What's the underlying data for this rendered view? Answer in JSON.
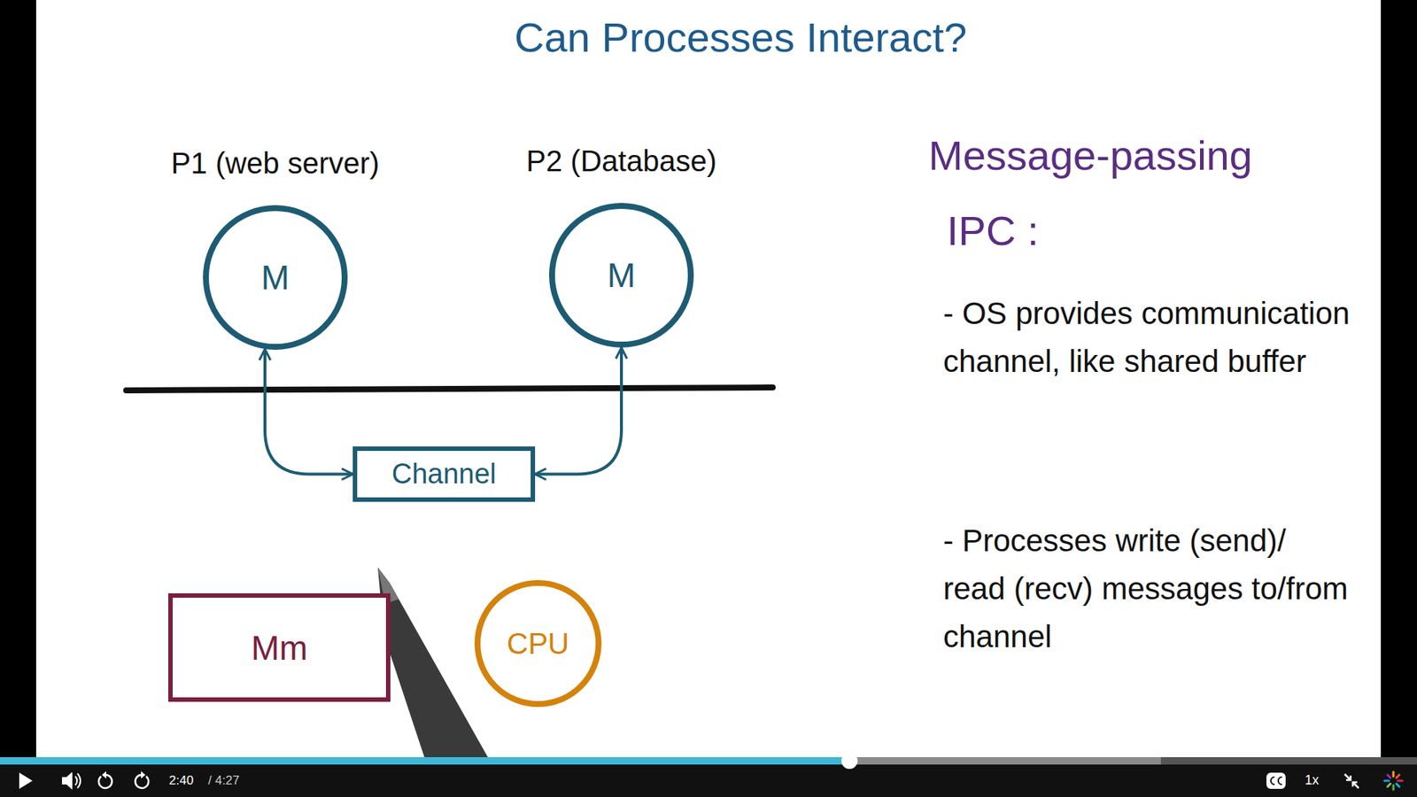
{
  "diagram": {
    "title": "Can Processes Interact?",
    "nodes": [
      {
        "text": [
          "P1 (web server)",
          "M"
        ]
      },
      {
        "text": [
          "P2 (Database)",
          "M"
        ]
      },
      {
        "text": [
          "Channel"
        ]
      },
      {
        "text": [
          "Mm"
        ]
      },
      {
        "text": [
          "CPU"
        ]
      }
    ],
    "edges": [
      {
        "from": 0,
        "to": 2,
        "arrow": "both"
      },
      {
        "from": 1,
        "to": 2,
        "arrow": "both"
      }
    ],
    "labels": [
      "Message-passing",
      "IPC :",
      "- OS provides communication channel, like shared buffer",
      "- Processes write (send)/ read (recv) messages to/from channel",
      "2:40",
      "/ 4:27",
      "1x"
    ]
  }
}
